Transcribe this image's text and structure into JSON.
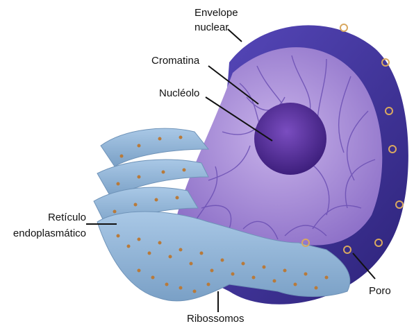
{
  "labels": {
    "envelope_line1": "Envelope",
    "envelope_line2": "nuclear",
    "chromatin": "Cromatina",
    "nucleolus": "Nucléolo",
    "er_line1": "Retículo",
    "er_line2": "endoplasmático",
    "pore": "Poro",
    "ribosomes": "Ribossomos"
  },
  "colors": {
    "envelope": "#4a3aa6",
    "envelope_dark": "#2f2478",
    "nucleoplasm": "#a98fd6",
    "chromatin": "#6b4fb3",
    "nucleolus": "#5a2f9e",
    "er": "#8fb4d6",
    "er_dark": "#6f93b8",
    "ribosome": "#b87a3a"
  }
}
